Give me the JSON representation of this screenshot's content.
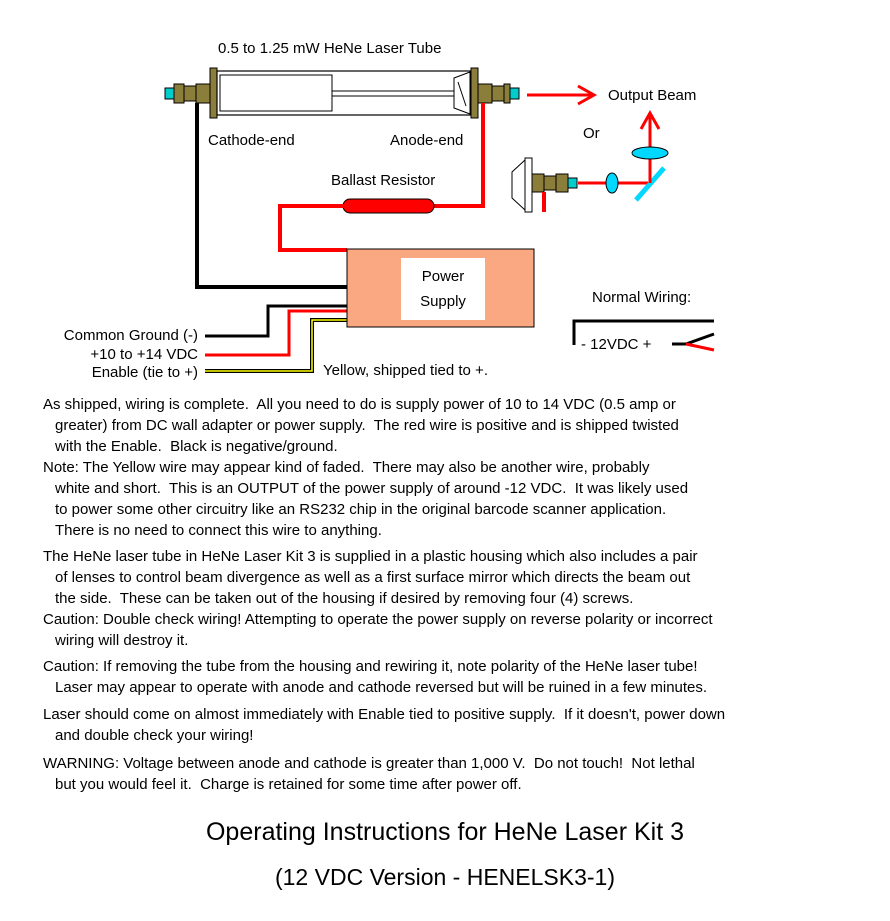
{
  "diagram": {
    "tube_label": "0.5 to 1.25 mW HeNe Laser Tube",
    "cathode_label": "Cathode-end",
    "anode_label": "Anode-end",
    "output_beam_label": "Output Beam",
    "or_label": "Or",
    "ballast_label": "Ballast Resistor",
    "psu_line1": "Power",
    "psu_line2": "Supply",
    "normal_wiring_label": "Normal Wiring:",
    "normal_wiring_vdc": "- 12VDC +",
    "ground_label": "Common Ground (-)",
    "vdc_label": "+10 to +14 VDC",
    "enable_label": "Enable (tie to +)",
    "yellow_label": "Yellow, shipped tied to +.",
    "colors": {
      "wire_red": "#ff0000",
      "wire_black": "#000000",
      "wire_yellow": "#ffff00",
      "psu_fill": "#f9a882",
      "end_cap": "#8b7d3a",
      "tip": "#00cccc",
      "optics": "#00d8ff"
    }
  },
  "paragraphs": [
    {
      "id": "as-shipped",
      "lines": [
        "As shipped, wiring is complete.  All you need to do is supply power of 10 to 14 VDC (0.5 amp or",
        "greater) from DC wall adapter or power supply.  The red wire is positive and is shipped twisted",
        "with the Enable.  Black is negative/ground."
      ]
    },
    {
      "id": "note",
      "lines": [
        "Note: The Yellow wire may appear kind of faded.  There may also be another wire, probably",
        "white and short.  This is an OUTPUT of the power supply of around -12 VDC.  It was likely used",
        "to power some other circuitry like an RS232 chip in the original barcode scanner application.",
        "There is no need to connect this wire to anything."
      ]
    },
    {
      "id": "housing",
      "lines": [
        "The HeNe laser tube in HeNe Laser Kit 3 is supplied in a plastic housing which also includes a pair",
        "of lenses to control beam divergence as well as a first surface mirror which directs the beam out",
        "the side.  These can be taken out of the housing if desired by removing four (4) screws."
      ]
    },
    {
      "id": "caution1",
      "lines": [
        "Caution: Double check wiring! Attempting to operate the power supply on reverse polarity or incorrect",
        "wiring will destroy it."
      ]
    },
    {
      "id": "caution2",
      "lines": [
        "Caution: If removing the tube from the housing and rewiring it, note polarity of the HeNe laser tube!",
        "Laser may appear to operate with anode and cathode reversed but will be ruined in a few minutes."
      ]
    },
    {
      "id": "laser-on",
      "lines": [
        "Laser should come on almost immediately with Enable tied to positive supply.  If it doesn't, power down",
        "and double check your wiring!"
      ]
    },
    {
      "id": "warning",
      "lines": [
        "WARNING: Voltage between anode and cathode is greater than 1,000 V.  Do not touch!  Not lethal",
        "but you would feel it.  Charge is retained for some time after power off."
      ]
    }
  ],
  "title": "Operating Instructions for HeNe Laser Kit 3",
  "subtitle": "(12 VDC Version - HENELSK3-1)"
}
